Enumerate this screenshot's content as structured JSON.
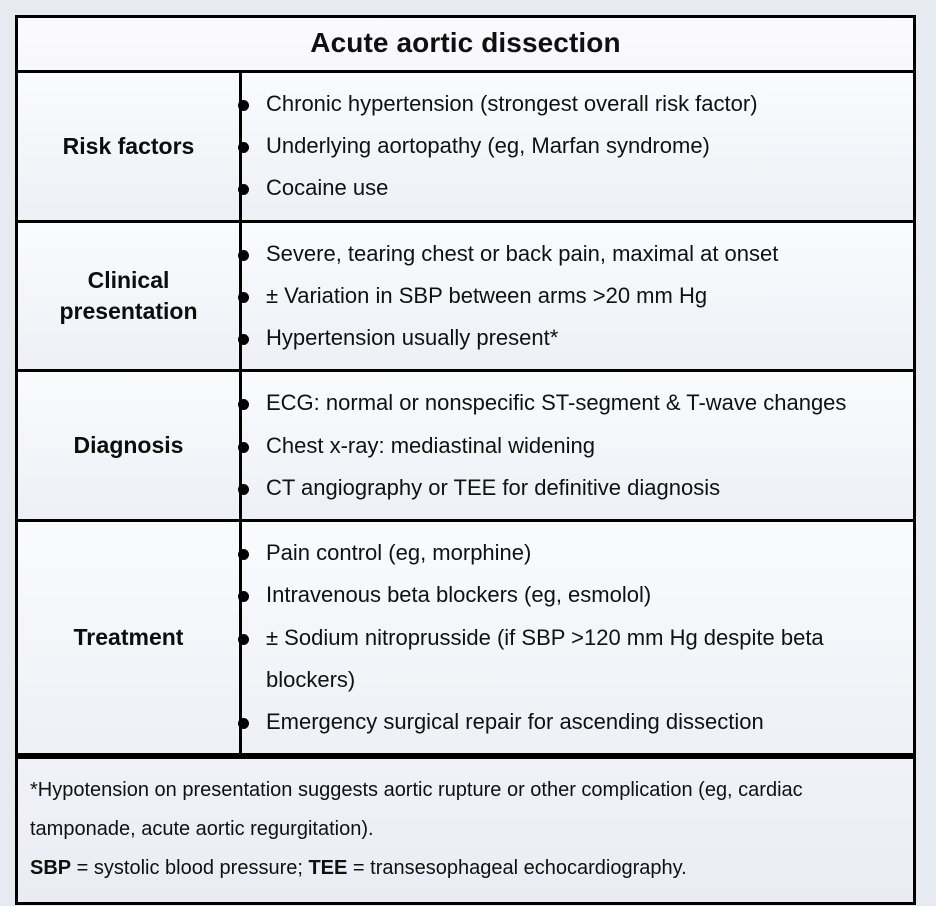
{
  "table": {
    "title": "Acute aortic dissection",
    "rows": [
      {
        "label": "Risk factors",
        "bullets": [
          "Chronic hypertension (strongest overall risk factor)",
          "Underlying aortopathy (eg, Marfan syndrome)",
          "Cocaine use"
        ]
      },
      {
        "label": "Clinical presentation",
        "bullets": [
          "Severe, tearing chest or back pain, maximal at onset",
          "± Variation in SBP between arms >20 mm Hg",
          "Hypertension usually present*"
        ]
      },
      {
        "label": "Diagnosis",
        "bullets": [
          "ECG: normal or nonspecific ST-segment & T-wave changes",
          "Chest x-ray: mediastinal widening",
          "CT angiography or TEE for definitive diagnosis"
        ]
      },
      {
        "label": "Treatment",
        "bullets": [
          "Pain control (eg, morphine)",
          "Intravenous beta blockers (eg, esmolol)",
          "± Sodium nitroprusside (if SBP >120 mm Hg despite beta blockers)",
          "Emergency surgical repair for ascending dissection"
        ]
      }
    ],
    "footnote": {
      "line1": "*Hypotension on presentation suggests aortic rupture or other complication (eg, cardiac tamponade, acute aortic regurgitation).",
      "abbrev_sbp_term": "SBP",
      "abbrev_sbp_def": " = systolic blood pressure; ",
      "abbrev_tee_term": "TEE",
      "abbrev_tee_def": " = transesophageal echocardiography."
    }
  },
  "colors": {
    "border": "#000000",
    "page_background": "#e8eaf2",
    "header_background": "#f9fafc",
    "cell_background": "#eff1f7",
    "text": "#101010"
  }
}
